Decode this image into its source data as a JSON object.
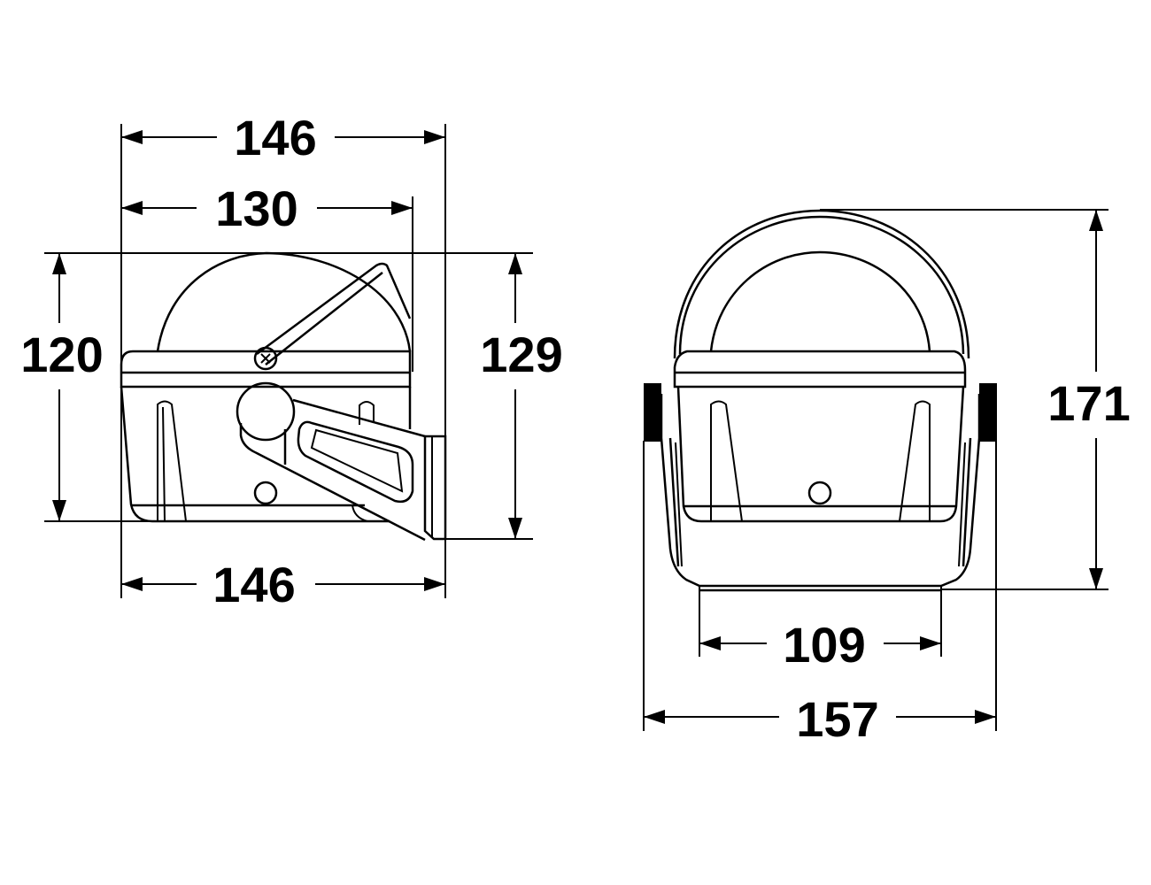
{
  "side_view": {
    "overall_width_top": "146",
    "bowl_width": "130",
    "body_height": "120",
    "overall_height": "129",
    "overall_width_bottom": "146"
  },
  "front_view": {
    "overall_height": "171",
    "base_width": "109",
    "overall_width": "157"
  },
  "colors": {
    "line": "#000000",
    "background": "#ffffff"
  }
}
